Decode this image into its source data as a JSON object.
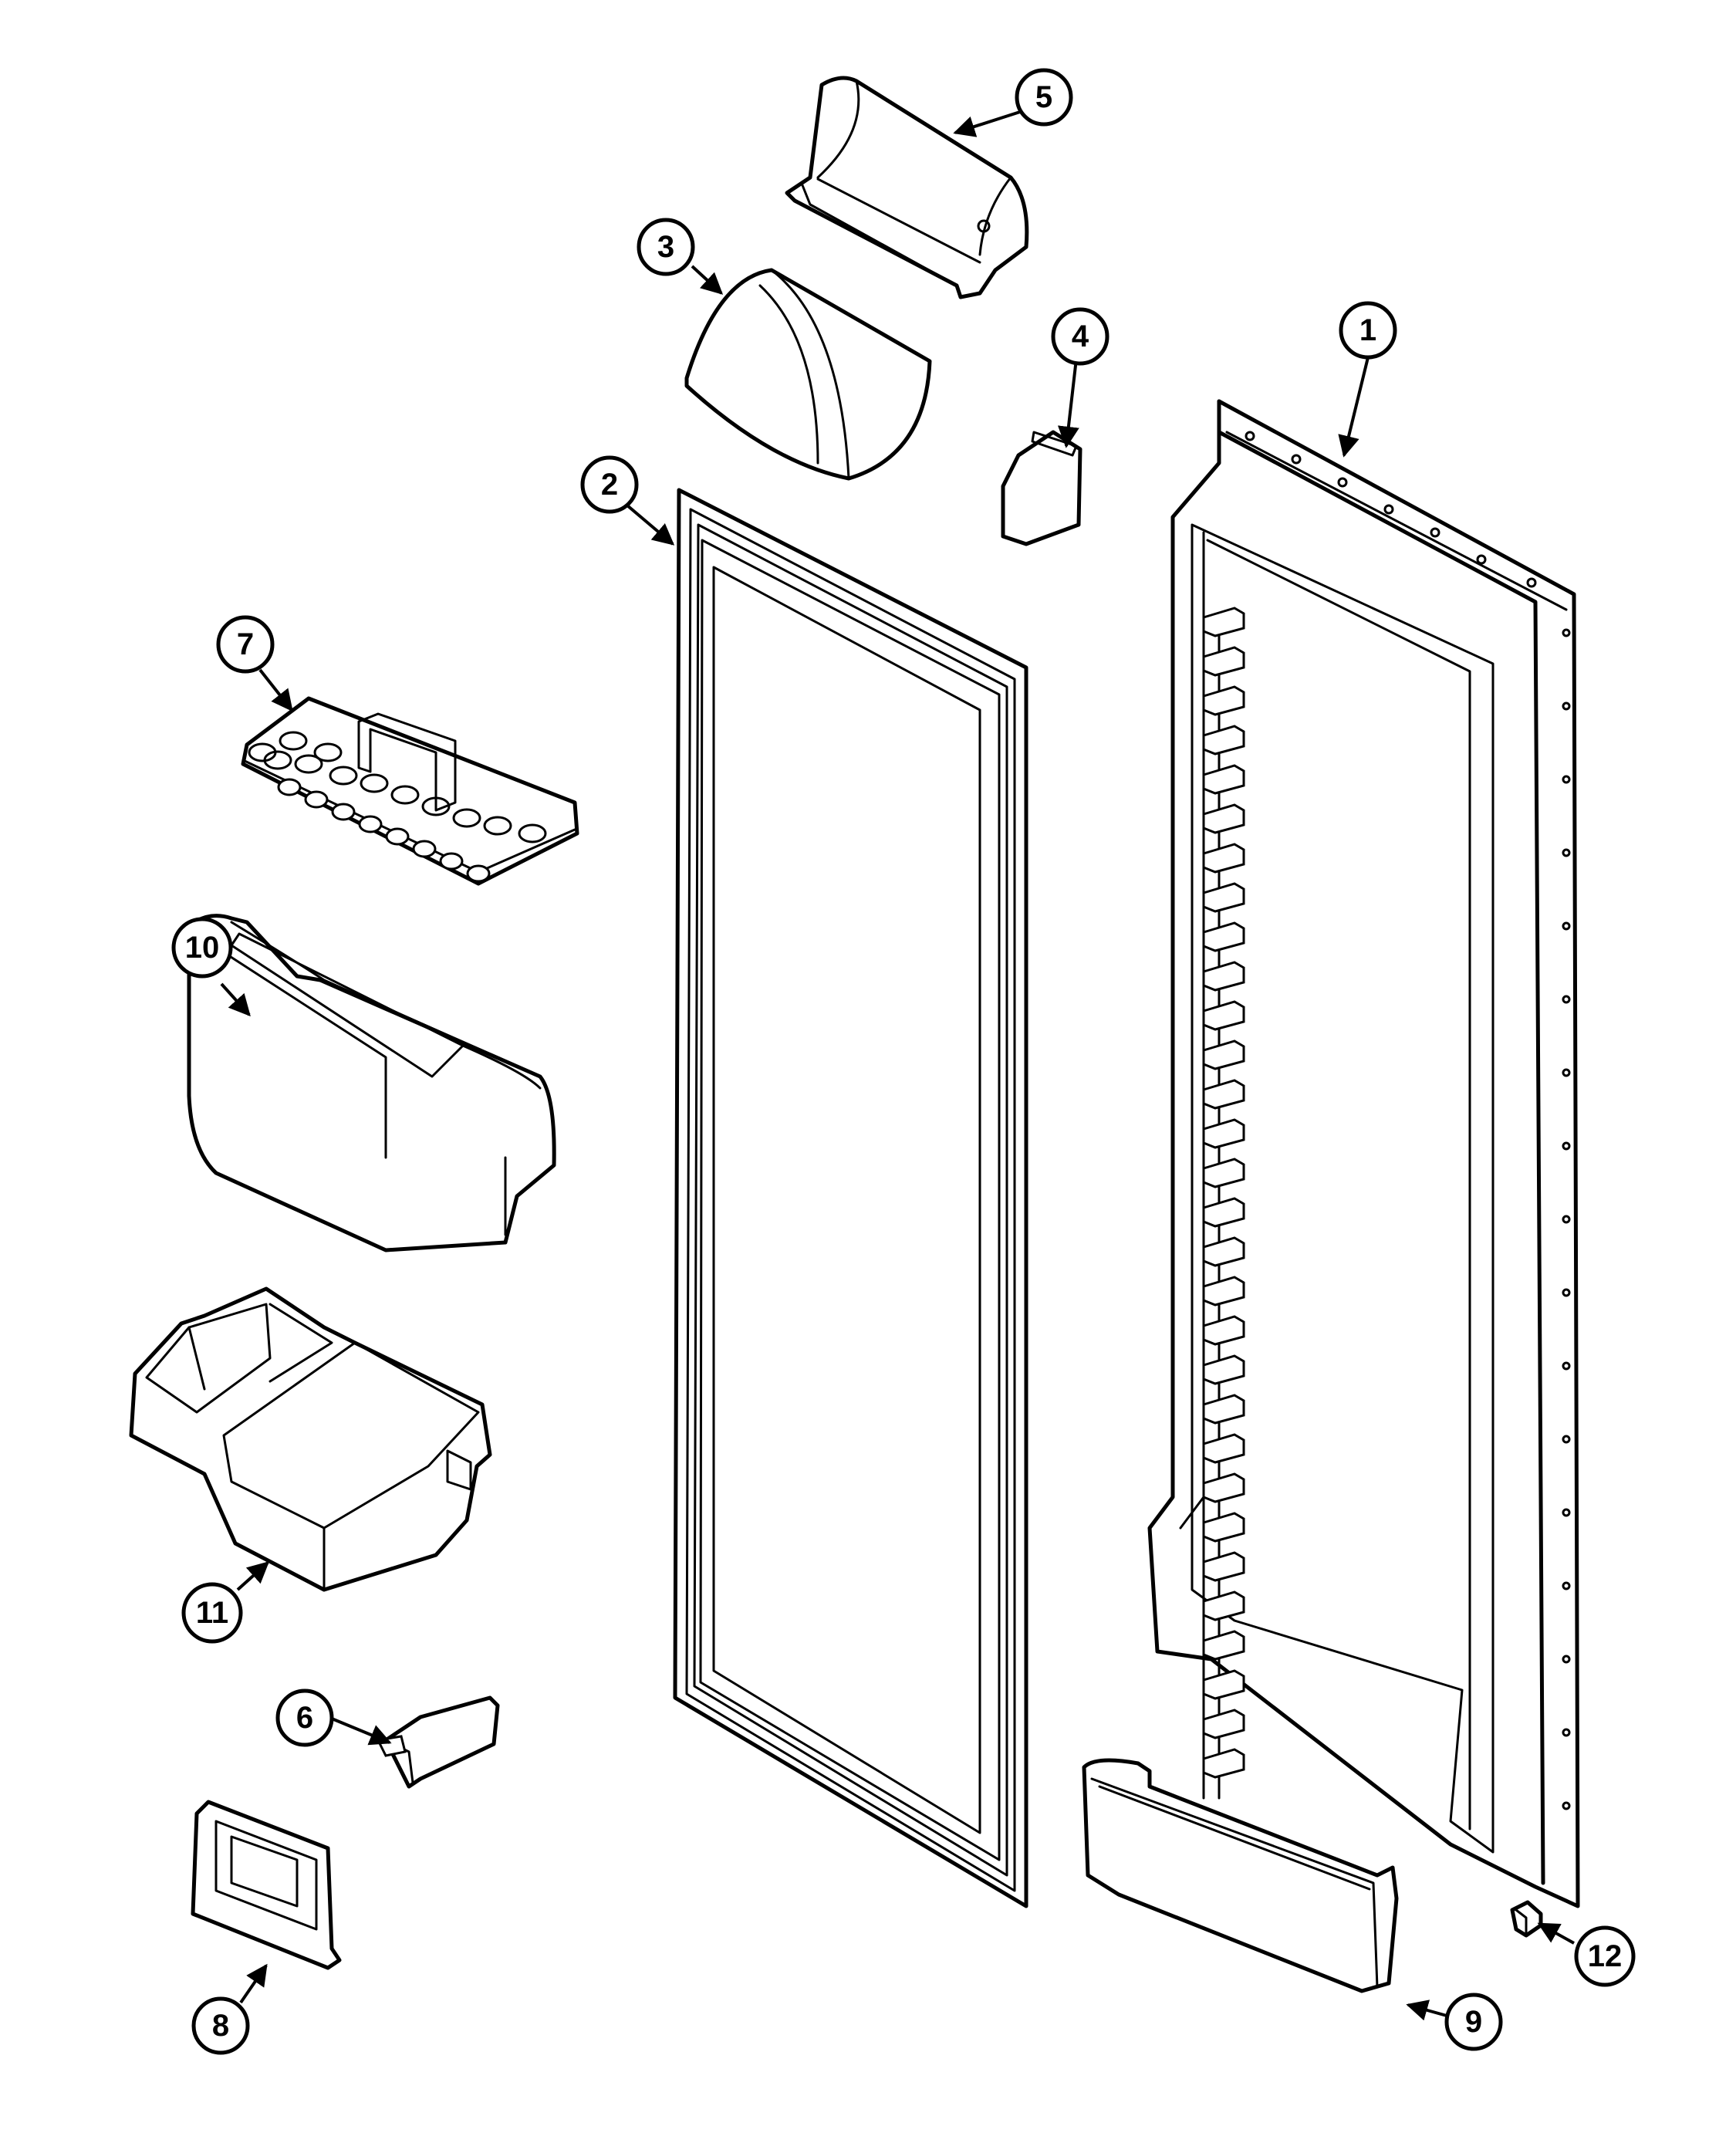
{
  "diagram": {
    "colors": {
      "line": "#000000",
      "background": "#ffffff"
    },
    "callouts": [
      {
        "id": "callout-1",
        "label": "1"
      },
      {
        "id": "callout-2",
        "label": "2"
      },
      {
        "id": "callout-3",
        "label": "3"
      },
      {
        "id": "callout-4",
        "label": "4"
      },
      {
        "id": "callout-5",
        "label": "5"
      },
      {
        "id": "callout-6",
        "label": "6"
      },
      {
        "id": "callout-7",
        "label": "7"
      },
      {
        "id": "callout-8",
        "label": "8"
      },
      {
        "id": "callout-9",
        "label": "9"
      },
      {
        "id": "callout-10",
        "label": "10"
      },
      {
        "id": "callout-11",
        "label": "11"
      },
      {
        "id": "callout-12",
        "label": "12"
      }
    ]
  }
}
